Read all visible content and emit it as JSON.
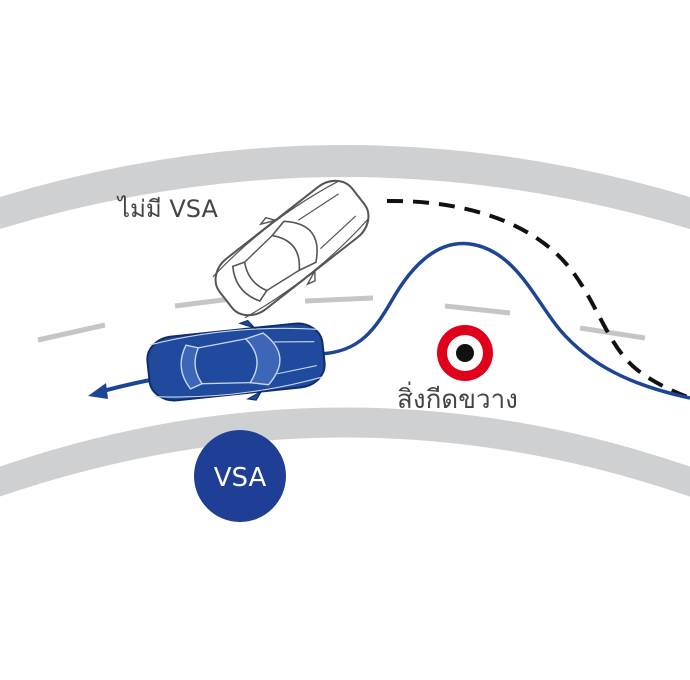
{
  "labels": {
    "no_vsa": "ไม่มี VSA",
    "obstacle": "สิ่งกีดขวาง",
    "vsa_badge": "VSA"
  },
  "colors": {
    "road": "#cfd0d2",
    "lane_marking": "#c4c5c7",
    "vsa_path": "#1c4596",
    "vsa_car": "#1f4a9e",
    "vsa_badge": "#1f3f97",
    "no_vsa_path": "#111111",
    "no_vsa_car_outline": "#555555",
    "obstacle_ring": "#e0001b",
    "obstacle_center": "#111111",
    "label_text": "#444444"
  }
}
